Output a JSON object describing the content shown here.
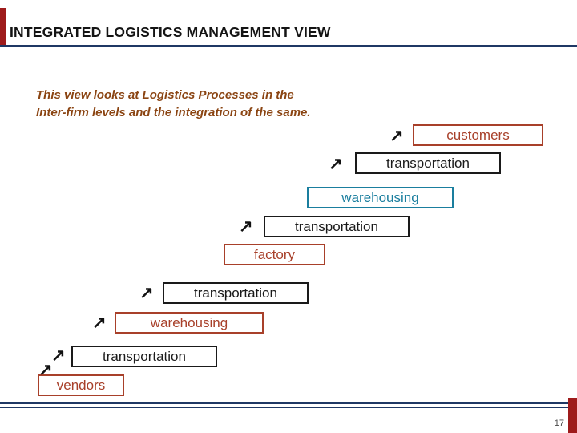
{
  "slide": {
    "title": "INTEGRATED LOGISTICS MANAGEMENT VIEW",
    "intro_line1": "This view looks at Logistics Processes in the",
    "intro_line2": "Inter-firm levels and the integration of the same.",
    "page_number": "17"
  },
  "colors": {
    "accent_dark_red": "#9E1B1B",
    "box_red": "#A8402A",
    "box_teal": "#1A7E9E",
    "box_black": "#1a1a1a",
    "rule_navy": "#1F3864",
    "intro_brown": "#8B4513"
  },
  "icons": {
    "up_right_arrow": "↗"
  },
  "boxes": [
    {
      "label": "customers",
      "color": "red"
    },
    {
      "label": "transportation",
      "color": "black"
    },
    {
      "label": "warehousing",
      "color": "teal"
    },
    {
      "label": "transportation",
      "color": "black"
    },
    {
      "label": "factory",
      "color": "red"
    },
    {
      "label": "transportation",
      "color": "black"
    },
    {
      "label": "warehousing",
      "color": "red"
    },
    {
      "label": "transportation",
      "color": "black"
    },
    {
      "label": "vendors",
      "color": "red"
    }
  ]
}
